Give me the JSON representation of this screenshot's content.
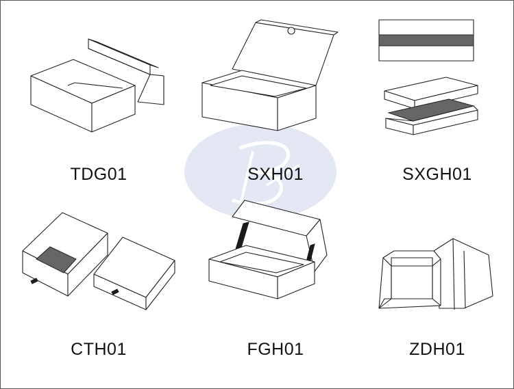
{
  "watermark": {
    "logo": "B",
    "color": "#e3e8f4"
  },
  "items": [
    {
      "label": "TDG01",
      "icon": "lid-and-base-box-icon"
    },
    {
      "label": "SXH01",
      "icon": "magnetic-flap-box-icon"
    },
    {
      "label": "SXGH01",
      "icon": "shoulder-box-icon"
    },
    {
      "label": "CTH01",
      "icon": "drawer-box-icon"
    },
    {
      "label": "FGH01",
      "icon": "hinged-lid-ribbon-box-icon"
    },
    {
      "label": "ZDH01",
      "icon": "foldable-box-icon"
    }
  ]
}
